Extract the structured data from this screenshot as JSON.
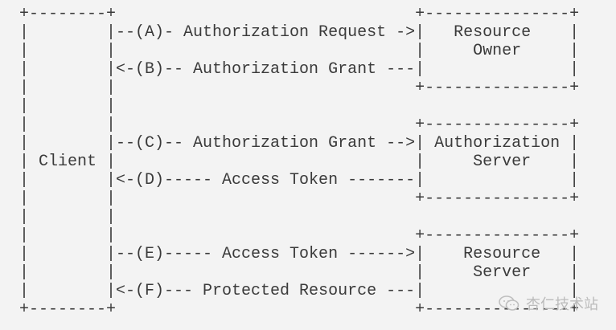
{
  "diagram": {
    "lines": [
      "+--------+                               +---------------+",
      "|        |--(A)- Authorization Request ->|   Resource    |",
      "|        |                               |     Owner     |",
      "|        |<-(B)-- Authorization Grant ---|               |",
      "|        |                               +---------------+",
      "|        |",
      "|        |                               +---------------+",
      "|        |--(C)-- Authorization Grant -->| Authorization |",
      "| Client |                               |     Server    |",
      "|        |<-(D)----- Access Token -------|               |",
      "|        |                               +---------------+",
      "|        |",
      "|        |                               +---------------+",
      "|        |--(E)----- Access Token ------>|    Resource   |",
      "|        |                               |     Server    |",
      "|        |<-(F)--- Protected Resource ---|               |",
      "+--------+                               +---------------+"
    ]
  },
  "watermark": {
    "icon": "wechat-icon",
    "text": "杏仁技术站"
  }
}
